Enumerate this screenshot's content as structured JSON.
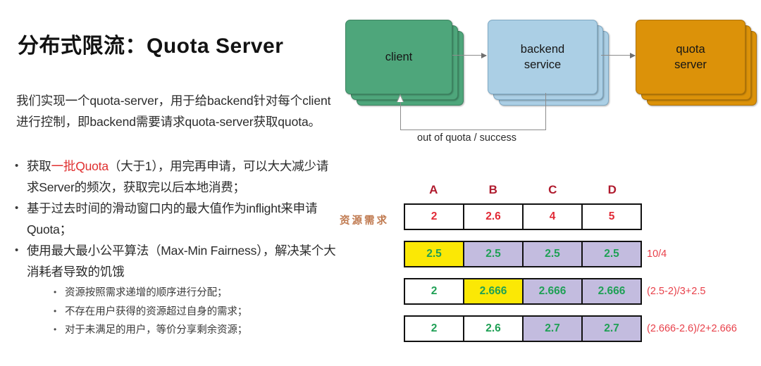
{
  "slide": {
    "title": "分布式限流：Quota Server",
    "intro": "我们实现一个quota-server，用于给backend针对每个client进行控制，即backend需要请求quota-server获取quota。",
    "bullets": [
      {
        "parts": [
          {
            "text": "获取",
            "color": "normal"
          },
          {
            "text": "一批Quota",
            "color": "red"
          },
          {
            "text": "（大于1），用完再申请，可以大大减少请求Server的频次，获取完以后本地消费；",
            "color": "normal"
          }
        ]
      },
      {
        "parts": [
          {
            "text": "基于过去时间的滑动窗口内的最大值作为inflight来申请Quota；",
            "color": "normal"
          }
        ]
      },
      {
        "parts": [
          {
            "text": "使用最大最小公平算法（Max-Min Fairness），解决某个大消耗者导致的饥饿",
            "color": "normal"
          }
        ]
      }
    ],
    "sub_bullets": [
      "资源按照需求递增的顺序进行分配；",
      "不存在用户获得的资源超过自身的需求；",
      "对于未满足的用户，等价分享剩余资源；"
    ]
  },
  "diagram": {
    "nodes": [
      {
        "id": "client",
        "label": "client",
        "color": "#4ea67b"
      },
      {
        "id": "backend-service",
        "label": "backend\nservice",
        "line1": "backend",
        "line2": "service",
        "color": "#abcfe5"
      },
      {
        "id": "quota-server",
        "label": "quota\nserver",
        "line1": "quota",
        "line2": "server",
        "color": "#dc9209"
      }
    ],
    "return_label": "out of quota / success"
  },
  "table": {
    "row_label": "资源需求",
    "columns": [
      "A",
      "B",
      "C",
      "D"
    ],
    "rows": [
      {
        "name": "demand",
        "cells": [
          {
            "value": "2",
            "fill": "white",
            "text": "red"
          },
          {
            "value": "2.6",
            "fill": "white",
            "text": "red"
          },
          {
            "value": "4",
            "fill": "white",
            "text": "red"
          },
          {
            "value": "5",
            "fill": "white",
            "text": "red"
          }
        ],
        "annotation": ""
      },
      {
        "name": "alloc-1",
        "cells": [
          {
            "value": "2.5",
            "fill": "yellow",
            "text": "green"
          },
          {
            "value": "2.5",
            "fill": "lavender",
            "text": "green"
          },
          {
            "value": "2.5",
            "fill": "lavender",
            "text": "green"
          },
          {
            "value": "2.5",
            "fill": "lavender",
            "text": "green"
          }
        ],
        "annotation": "10/4"
      },
      {
        "name": "alloc-2",
        "cells": [
          {
            "value": "2",
            "fill": "white",
            "text": "green"
          },
          {
            "value": "2.666",
            "fill": "yellow",
            "text": "green"
          },
          {
            "value": "2.666",
            "fill": "lavender",
            "text": "green"
          },
          {
            "value": "2.666",
            "fill": "lavender",
            "text": "green"
          }
        ],
        "annotation": "(2.5-2)/3+2.5"
      },
      {
        "name": "alloc-3",
        "cells": [
          {
            "value": "2",
            "fill": "white",
            "text": "green"
          },
          {
            "value": "2.6",
            "fill": "white",
            "text": "green"
          },
          {
            "value": "2.7",
            "fill": "lavender",
            "text": "green"
          },
          {
            "value": "2.7",
            "fill": "lavender",
            "text": "green"
          }
        ],
        "annotation": "(2.666-2.6)/2+2.666"
      }
    ]
  },
  "colors": {
    "title": "#121212",
    "accent_red": "#e03030",
    "header_red": "#b01b2e",
    "value_red": "#e12a36",
    "value_green": "#1fa055",
    "annotation_red": "#e8404a",
    "row_label_brown": "#c07a50",
    "client_green": "#4ea67b",
    "backend_blue": "#abcfe5",
    "quota_orange": "#dc9209",
    "cell_yellow": "#fbe805",
    "cell_lavender": "#c3bcdf"
  }
}
